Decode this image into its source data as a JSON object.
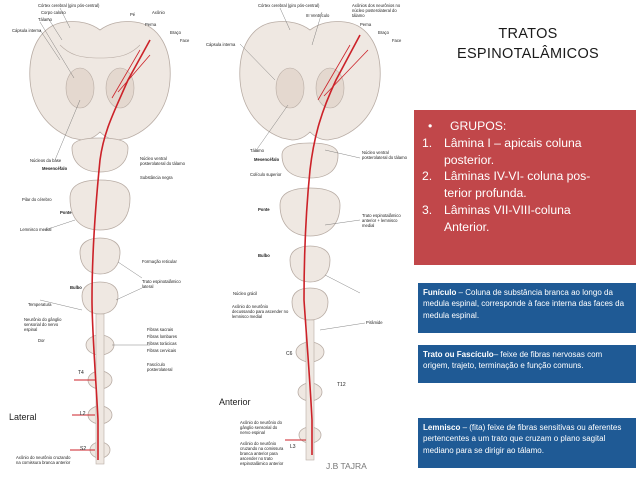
{
  "title": [
    "TRATOS",
    "ESPINOTALÂMICOS"
  ],
  "groups_box": {
    "heading_bullet": "•",
    "heading": "GRUPOS:",
    "items": [
      {
        "num": "1.",
        "text": [
          "Lâmina I – apicais coluna",
          "posterior."
        ]
      },
      {
        "num": "2.",
        "text": [
          "Lâminas IV-VI- coluna pos-",
          "terior profunda."
        ]
      },
      {
        "num": "3.",
        "text": [
          "Lâminas VII-VIII-coluna",
          "Anterior."
        ]
      }
    ]
  },
  "definitions": [
    {
      "term": "Funículo",
      "text": " – Coluna de substância branca ao longo da medula espinal, corresponde à face interna das faces da medula espinal."
    },
    {
      "term": "Trato ou Fascículo",
      "text": "– feixe de fibras nervosas com origem, trajeto, terminação e função comuns."
    },
    {
      "term": "Lemnisco",
      "text": " – (fita) feixe de fibras sensitivas ou aferentes pertencentes a um trato que cruzam o plano sagital mediano para se dirigir ao tálamo."
    }
  ],
  "figure_labels": {
    "anterior": "Anterior",
    "lateral": "Lateral",
    "credit": "J.B TAJRA"
  },
  "left_labels": {
    "cortex": "Córtex cerebral (giro pós-central)",
    "corpo_caloso": "Corpo caloso",
    "talamo": "Tálamo",
    "capsula": "Cápsula interna",
    "pe": "Pé",
    "axonio": "Axônio",
    "perna": "Perna",
    "braco": "Braço",
    "face": "Face",
    "nucleos_base": "Núcleos da base",
    "mesencefalo": "Mesencéfalo",
    "nucleo_ventral": "Núcleo ventral posterolateral do tálamo",
    "substancia_negra": "Substância negra",
    "pilar": "Pilar do cérebro",
    "ponte": "Ponte",
    "lemnisco": "Lemnisco medial",
    "formacao": "Formação reticular",
    "bulbo": "Bulbo",
    "trato_esp": "Trato espinotalâmico lateral",
    "temperatura": "Temperatura",
    "neuronio": "Neurônio do gânglio sensorial do nervo espinal",
    "dor": "Dor",
    "fibras_sacrais": "Fibras sacrais",
    "fibras_lombares": "Fibras lombares",
    "fibras_toracicas": "Fibras torácicas",
    "fibras_cervicais": "Fibras cervicais",
    "fasciculo": "Fascículo posterolateral",
    "t4": "T4",
    "l2": "L2",
    "s2": "S2",
    "axonio_cruzando": "Axônio do neurônio cruzando na comissura branca anterior"
  },
  "right_labels": {
    "cortex": "Córtex cerebral (giro pós-central)",
    "ventriculo": "III Ventrículo",
    "axonios_neuronio": "Axônios dos neurônios no núcleo posterolateral do tálamo",
    "capsula": "Cápsula interna",
    "perna": "Perna",
    "braco": "Braço",
    "face": "Face",
    "talamo": "Tálamo",
    "mesencefalo": "Mesencéfalo",
    "coliculo": "Colículo superior",
    "nucleo_ventral": "Núcleo ventral posterolateral do tálamo",
    "ponte": "Ponte",
    "trato_anterior": "Trato espinotalâmico anterior + lemnisco medial",
    "bulbo": "Bulbo",
    "nucleo_gracil": "Núcleo grácil",
    "axonio_segundo": "Axônio do neurônio decussando para ascender no lemnisco medial",
    "piramide": "Pirâmide",
    "c6": "C6",
    "t12": "T12",
    "l3": "L3",
    "axonio_ganglio": "Axônio do neurônio do gânglio sensorial do nervo espinal",
    "axonio_cruzando": "Axônio do neurônio cruzando na comissura branca anterior para ascender no trato espinotalâmico anterior"
  }
}
